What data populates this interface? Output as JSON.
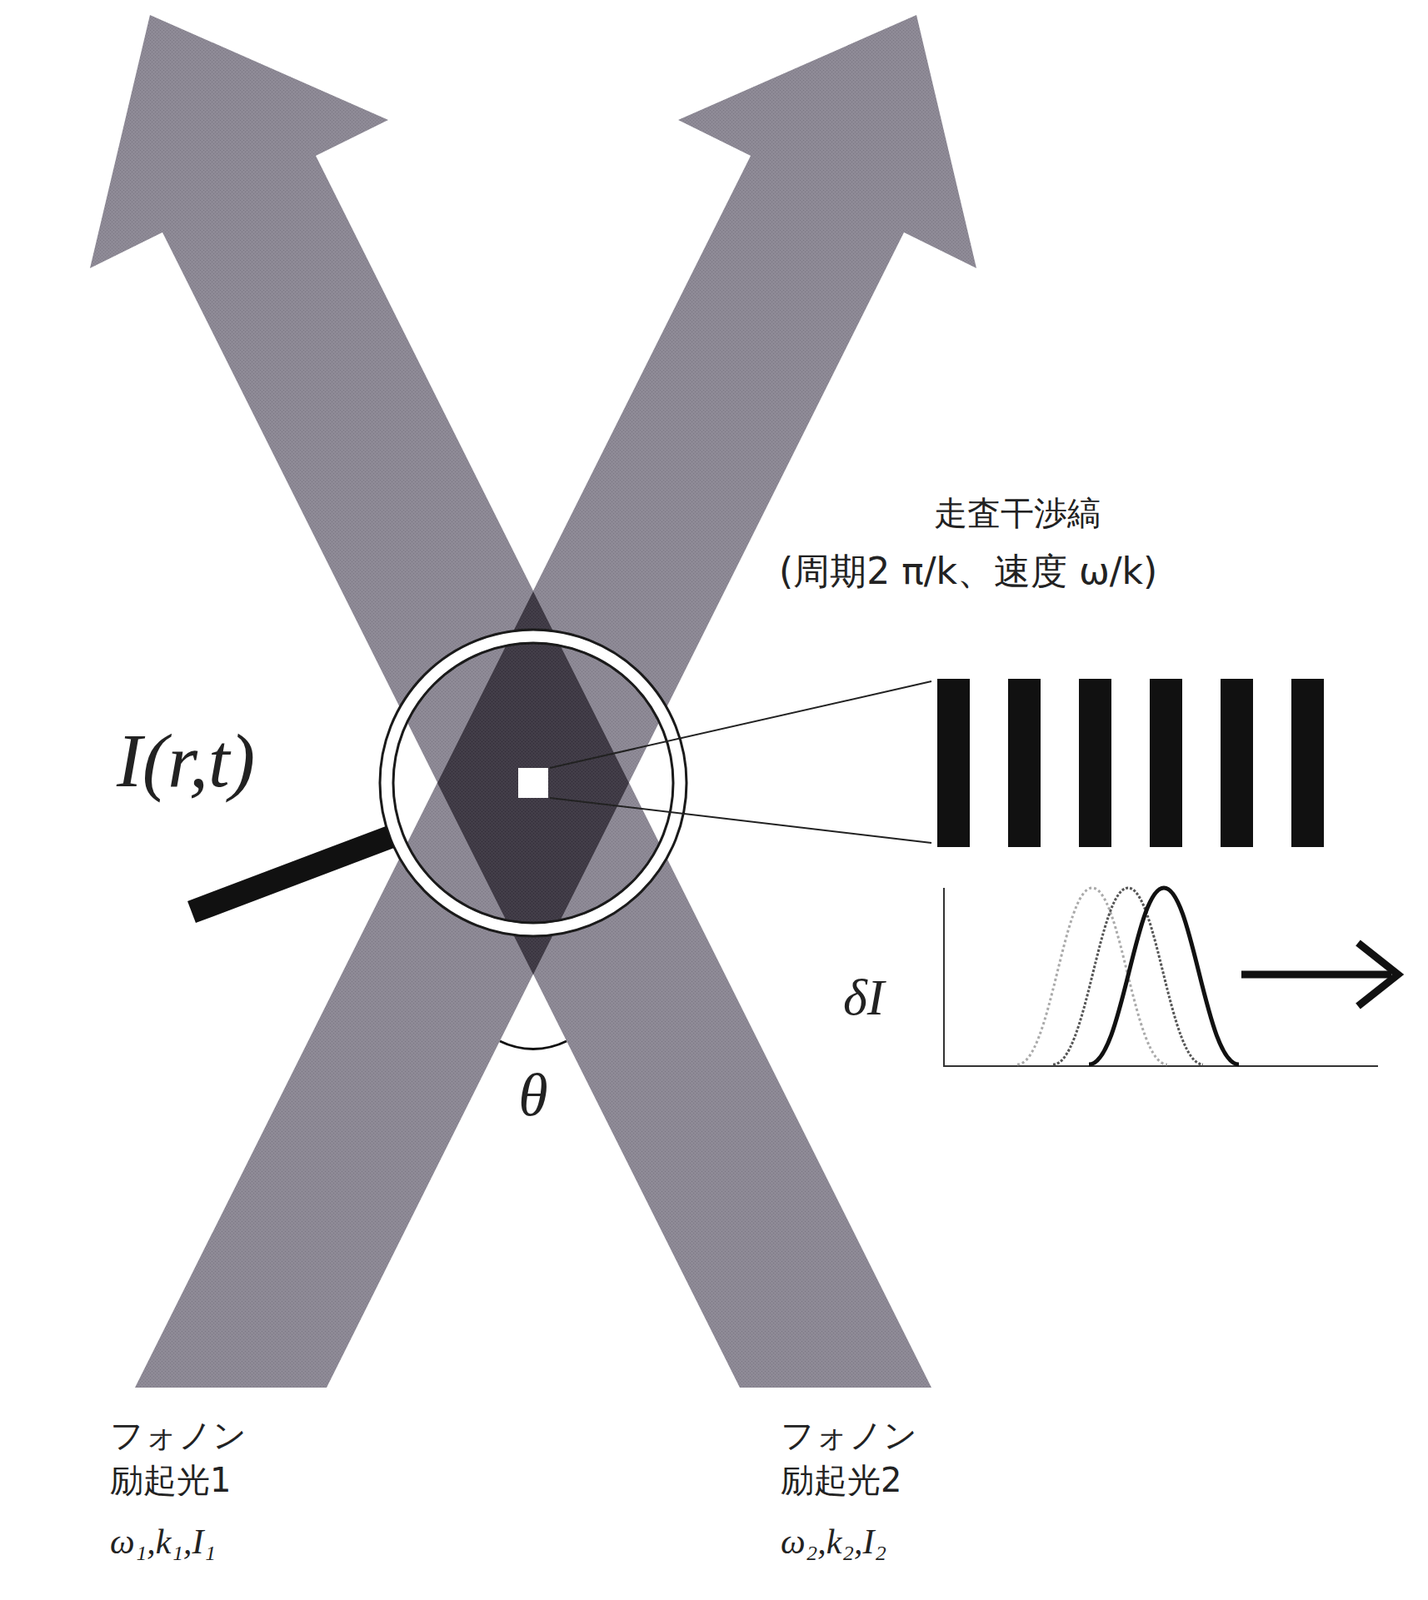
{
  "diagram": {
    "labels": [
      "走査干渉縞",
      "(周期2 π/k、速度 ω/k)",
      "I(r,t)",
      "δI",
      "θ",
      "フォノン 励起光1",
      "ω₁,k₁,I₁",
      "フォノン 励起光2",
      "ω₂,k₂,I₂"
    ]
  }
}
